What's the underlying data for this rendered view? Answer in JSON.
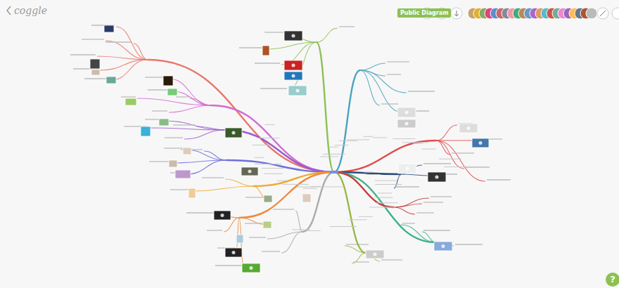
{
  "diagram": {
    "labels": [
      "coggle",
      "Public Diagram",
      "?"
    ]
  }
}
